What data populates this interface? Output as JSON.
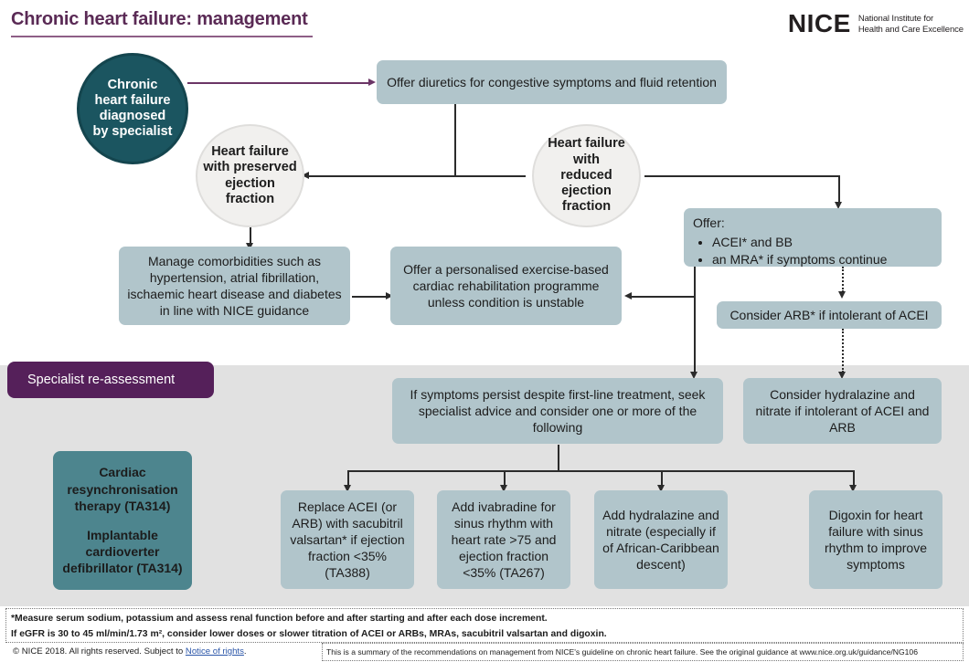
{
  "header": {
    "title": "Chronic heart failure: management",
    "logo_word": "NICE",
    "logo_tagline_line1": "National Institute for",
    "logo_tagline_line2": "Health and Care Excellence",
    "title_color": "#5a2a55"
  },
  "colors": {
    "node_fill": "#b1c5cb",
    "dark_circle": "#1b5560",
    "light_circle": "#f1f0ee",
    "teal_box": "#4d858e",
    "banner_purple": "#55205a",
    "grey_band": "#e1e1e1",
    "connector": "#2b2b2b",
    "purple_connector": "#6b3566",
    "link": "#2a55a8"
  },
  "nodes": {
    "start_circle": "Chronic heart failure diagnosed by specialist",
    "diuretics": "Offer diuretics for congestive symptoms and fluid retention",
    "hfpef_circle": "Heart failure with preserved ejection fraction",
    "hfref_circle": "Heart failure with reduced ejection fraction",
    "offer_label": "Offer:",
    "offer_bullets": [
      "ACEI* and BB",
      "an MRA* if symptoms continue"
    ],
    "consider_arb": "Consider ARB* if intolerant of ACEI",
    "comorbidities": "Manage comorbidities such as hypertension, atrial fibrillation, ischaemic heart disease and diabetes in line with NICE guidance",
    "rehab": "Offer a personalised exercise-based cardiac rehabilitation programme unless condition is unstable",
    "specialist_banner": "Specialist re-assessment",
    "symptoms_persist": "If symptoms persist despite first-line treatment, seek specialist advice and consider one or more of the following",
    "consider_hydralazine": "Consider hydralazine and nitrate if intolerant of ACEI and ARB",
    "devices_line1": "Cardiac resynchronisation therapy (TA314)",
    "devices_line2": "Implantable cardioverter defibrillator (TA314)",
    "option_1": "Replace ACEI (or ARB) with sacubitril valsartan* if ejection fraction <35% (TA388)",
    "option_2": "Add ivabradine for sinus rhythm with heart rate >75 and ejection fraction <35% (TA267)",
    "option_3": "Add hydralazine and nitrate (especially if of African-Caribbean descent)",
    "option_4": "Digoxin for heart failure with sinus rhythm to improve symptoms"
  },
  "footer": {
    "note_line1": "*Measure serum sodium, potassium and assess renal function before and after starting and after each dose increment.",
    "note_line2": "If eGFR is 30 to 45 ml/min/1.73 m², consider lower doses or slower titration of ACEI or ARBs, MRAs, sacubitril valsartan and digoxin.",
    "copyright_pre": "© NICE 2018. All rights reserved. Subject to ",
    "copyright_link": "Notice of rights",
    "copyright_post": ".",
    "summary": "This is a summary of the recommendations on management from NICE's guideline on chronic heart failure. See the original guidance at www.nice.org.uk/guidance/NG106"
  }
}
